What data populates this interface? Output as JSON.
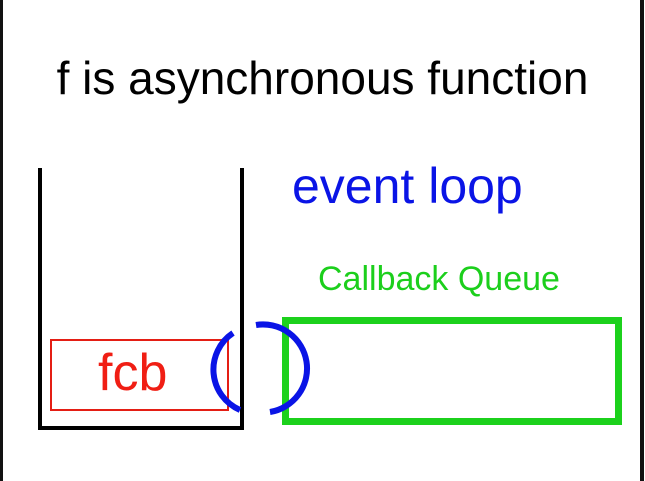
{
  "title": "f is asynchronous function",
  "event_loop_label": "event loop",
  "callback_queue_label": "Callback Queue",
  "stack_item_label": "fcb",
  "colors": {
    "event_loop": "#0a14e6",
    "callback_queue": "#1cd11c",
    "stack_item": "#e41e14",
    "stack": "#000000"
  }
}
